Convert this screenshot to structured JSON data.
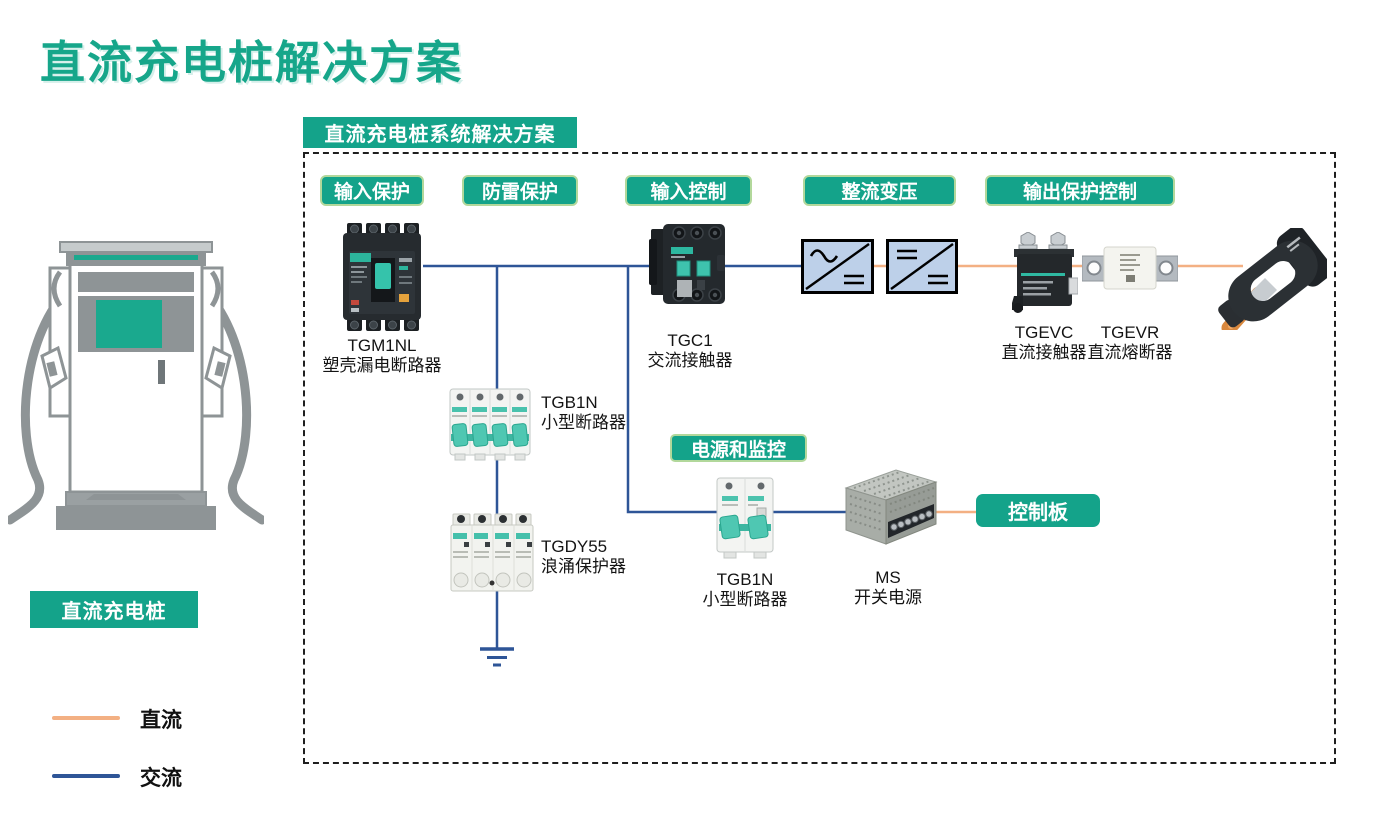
{
  "title": "直流充电桩解决方案",
  "diagram": {
    "system_badge": "直流充电桩系统解决方案",
    "stages": [
      "输入保护",
      "防雷保护",
      "输入控制",
      "整流变压",
      "输出保护控制"
    ],
    "power_monitor_badge": "电源和监控",
    "control_board_badge": "控制板",
    "components": {
      "tgm1nl": {
        "model": "TGM1NL",
        "desc": "塑壳漏电断路器"
      },
      "tgb1n_4p": {
        "model": "TGB1N",
        "desc": "小型断路器"
      },
      "tgdy55": {
        "model": "TGDY55",
        "desc": "浪涌保护器"
      },
      "tgc1": {
        "model": "TGC1",
        "desc": "交流接触器"
      },
      "tgevc": {
        "model": "TGEVC",
        "desc": "直流接触器"
      },
      "tgevr": {
        "model": "TGEVR",
        "desc": "直流熔断器"
      },
      "tgb1n_2p": {
        "model": "TGB1N",
        "desc": "小型断路器"
      },
      "ms": {
        "model": "MS",
        "desc": "开关电源"
      }
    }
  },
  "left_panel": {
    "pile_badge": "直流充电桩"
  },
  "legend": {
    "dc_label": "直流",
    "ac_label": "交流",
    "dc_color": "#f3b083",
    "ac_color": "#2e5597"
  },
  "colors": {
    "brand_green": "#14a38a",
    "badge_border": "#b2d89b",
    "converter_fill": "#bdd0e9",
    "ac_line": "#2e5597",
    "dc_line": "#f3b083"
  }
}
